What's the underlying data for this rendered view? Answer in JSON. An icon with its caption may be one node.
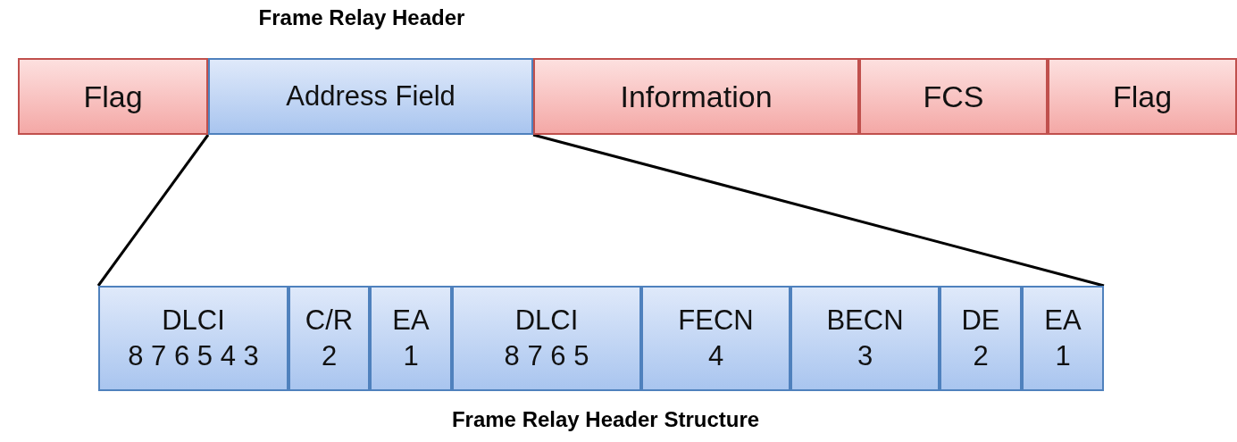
{
  "diagram": {
    "title": "Frame Relay Header",
    "caption": "Frame Relay Header Structure",
    "nodes": [
      {
        "text": [
          "Flag"
        ]
      },
      {
        "text": [
          "Address Field"
        ]
      },
      {
        "text": [
          "Information"
        ]
      },
      {
        "text": [
          "FCS"
        ]
      },
      {
        "text": [
          "Flag"
        ]
      },
      {
        "text": [
          "DLCI",
          "8 7 6 5 4 3"
        ]
      },
      {
        "text": [
          "C/R",
          "2"
        ]
      },
      {
        "text": [
          "EA",
          "1"
        ]
      },
      {
        "text": [
          "DLCI",
          "8 7 6 5"
        ]
      },
      {
        "text": [
          "FECN",
          "4"
        ]
      },
      {
        "text": [
          "BECN",
          "3"
        ]
      },
      {
        "text": [
          "DE",
          "2"
        ]
      },
      {
        "text": [
          "EA",
          "1"
        ]
      }
    ],
    "edges": [
      {
        "from": 1,
        "to": 5,
        "arrow": "none"
      },
      {
        "from": 1,
        "to": 12,
        "arrow": "none"
      }
    ]
  }
}
